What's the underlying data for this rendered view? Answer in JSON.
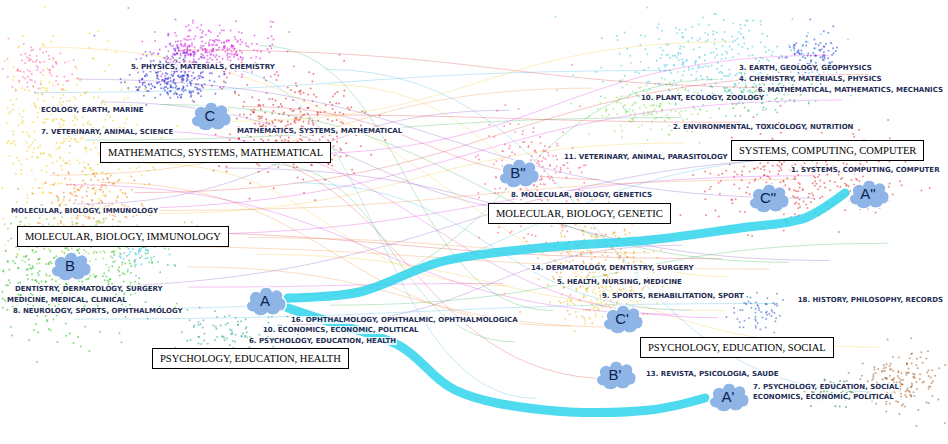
{
  "diagram": {
    "nodes": [
      {
        "text": [
          "C"
        ]
      },
      {
        "text": [
          "MATHEMATICS, SYSTEMS, MATHEMATICAL"
        ]
      },
      {
        "text": [
          "SYSTEMS, COMPUTING, COMPUTER"
        ]
      },
      {
        "text": [
          "B\""
        ]
      },
      {
        "text": [
          "C\""
        ]
      },
      {
        "text": [
          "A\""
        ]
      },
      {
        "text": [
          "MOLECULAR, BIOLOGY, GENETIC"
        ]
      },
      {
        "text": [
          "MOLECULAR, BIOLOGY, IMMUNOLOGY"
        ]
      },
      {
        "text": [
          "B"
        ]
      },
      {
        "text": [
          "A"
        ]
      },
      {
        "text": [
          "C'"
        ]
      },
      {
        "text": [
          "PSYCHOLOGY, EDUCATION, SOCIAL"
        ]
      },
      {
        "text": [
          "PSYCHOLOGY, EDUCATION, HEALTH"
        ]
      },
      {
        "text": [
          "B'"
        ]
      },
      {
        "text": [
          "A'"
        ]
      }
    ],
    "edges": [
      {
        "from": 9,
        "to": 5,
        "arrow": "none"
      },
      {
        "from": 9,
        "to": 14,
        "arrow": "none"
      }
    ],
    "labels": [
      "5. PHYSICS, MATERIALS, CHEMISTRY",
      "ECOLOGY, EARTH, MARINE",
      "7. VETERINARY, ANIMAL, SCIENCE",
      "MATHEMATICS, SYSTEMS, MATHEMATICAL",
      "MOLECULAR, BIOLOGY, IMMUNOLOGY",
      "DENTISTRY, DERMATOLOGY, SURGERY",
      "MEDICINE, MEDICAL, CLINICAL",
      "8. NEUROLOGY, SPORTS, OPHTHALMOLOGY",
      "16. OPHTHALMOLOGY, OPHTHALMIC, OPHTHALMOLOGICA",
      "10. ECONOMICS, ECONOMIC, POLITICAL",
      "6. PSYCHOLOGY, EDUCATION, HEALTH",
      "3. EARTH, GEOLOGY, GEOPHYSICS",
      "4. CHEMISTRY, MATERIALS, PHYSICS",
      "6. MATHEMATICAL, MATHEMATICS, MECHANICS",
      "10. PLANT, ECOLOGY, ZOOLOGY",
      "2. ENVIRONMENTAL, TOXICOLOGY, NUTRITION",
      "11. VETERINARY, ANIMAL, PARASITOLOGY",
      "1. SYSTEMS, COMPUTING, COMPUTER",
      "8. MOLECULAR, BIOLOGY, GENETICS",
      "14. DERMATOLOGY, DENTISTRY, SURGERY",
      "5. HEALTH, NURSING, MEDICINE",
      "9. SPORTS, REHABILITATION, SPORT",
      "18. HISTORY, PHILOSOPHY, RECORDS",
      "13. REVISTA, PSICOLOGIA, SAUDE",
      "7. PSYCHOLOGY, EDUCATION, SOCIAL",
      "ECONOMICS, ECONOMIC, POLITICAL"
    ]
  }
}
